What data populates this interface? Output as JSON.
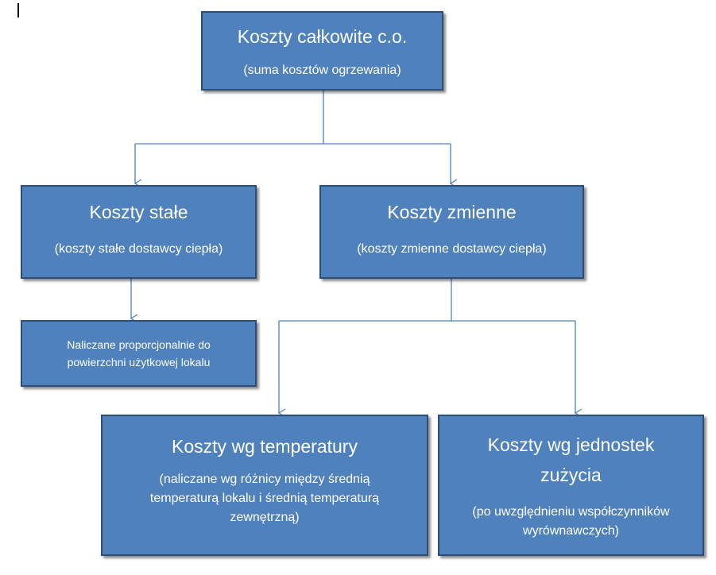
{
  "diagram": {
    "nodes": {
      "total": {
        "title": "Koszty całkowite c.o.",
        "subtitle": "(suma kosztów ogrzewania)"
      },
      "fixed": {
        "title": "Koszty stałe",
        "subtitle": "(koszty stałe dostawcy ciepła)"
      },
      "variable": {
        "title": "Koszty zmienne",
        "subtitle": "(koszty zmienne dostawcy ciepła)"
      },
      "proportional": {
        "text": "Naliczane proporcjonalnie do powierzchni użytkowej lokalu"
      },
      "temperature": {
        "title": "Koszty wg temperatury",
        "subtitle": "(naliczane wg różnicy między średnią temperaturą lokalu i średnią temperaturą zewnętrzną)"
      },
      "units": {
        "title": "Koszty wg jednostek zużycia",
        "subtitle": "(po uwzględnieniu współczynników wyrównawczych)"
      }
    },
    "colors": {
      "box_fill": "#4f81bd",
      "box_border": "#2c4d75",
      "connector": "#4f81bd",
      "text": "#ffffff"
    }
  }
}
